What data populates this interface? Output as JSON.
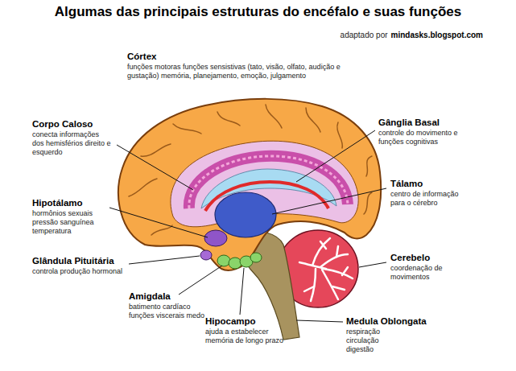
{
  "diagram": {
    "title": "Algumas das principais estruturas do encéfalo e suas funções",
    "labels": [
      "adaptado por",
      "mindasks.blogspot.com",
      "Córtex",
      "funções motoras funções sensistivas (tato, visão, olfato, audição e gustação) memória, planejamento, emoção, julgamento",
      "Gânglia Basal",
      "controle do movimento e funções cognitivas",
      "Corpo Caloso",
      "conecta informações dos hemisférios direito e esquerdo",
      "Tálamo",
      "centro de informação para o cérebro",
      "Hipotálamo",
      "hormônios sexuais pressão sanguínea temperatura",
      "Cerebelo",
      "coordenação de movimentos",
      "Glândula Pituitária",
      "controla produção hormonal",
      "Amigdala",
      "batimento cardíaco funções viscerais medo",
      "Hipocampo",
      "ajuda a estabelecer memória de longo prazo",
      "Medula Oblongata",
      "respiração circulação digestão"
    ]
  }
}
